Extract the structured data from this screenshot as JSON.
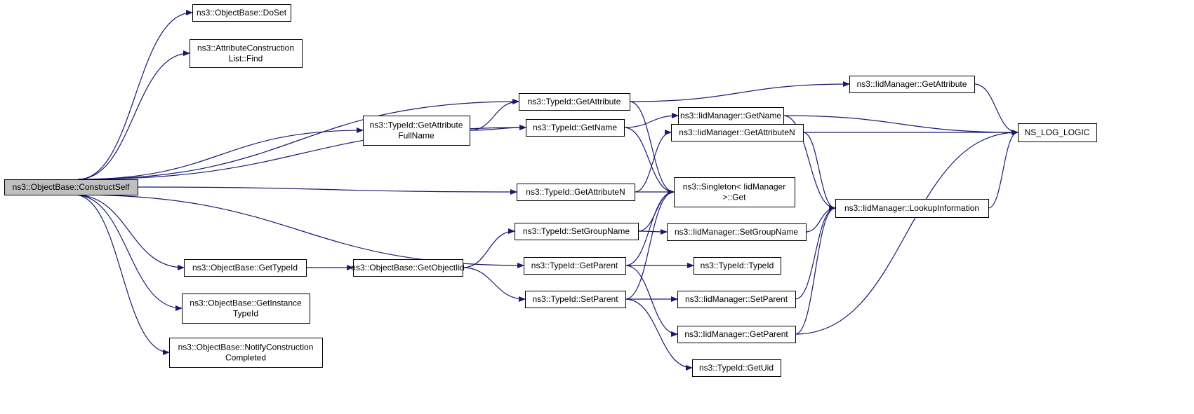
{
  "graph": {
    "edge_color": "#191970",
    "root_fill": "#bfbfbf",
    "nodes": [
      {
        "id": "construct_self",
        "lines": [
          "ns3::ObjectBase::ConstructSelf"
        ],
        "root": true
      },
      {
        "id": "doset",
        "lines": [
          "ns3::ObjectBase::DoSet"
        ]
      },
      {
        "id": "find",
        "lines": [
          "ns3::AttributeConstruction",
          "List::Find"
        ]
      },
      {
        "id": "getattrfull",
        "lines": [
          "ns3::TypeId::GetAttribute",
          "FullName"
        ]
      },
      {
        "id": "getattribute",
        "lines": [
          "ns3::TypeId::GetAttribute"
        ]
      },
      {
        "id": "getname",
        "lines": [
          "ns3::TypeId::GetName"
        ]
      },
      {
        "id": "getattrn",
        "lines": [
          "ns3::TypeId::GetAttributeN"
        ]
      },
      {
        "id": "setgroupname",
        "lines": [
          "ns3::TypeId::SetGroupName"
        ]
      },
      {
        "id": "getparent",
        "lines": [
          "ns3::TypeId::GetParent"
        ]
      },
      {
        "id": "setparent",
        "lines": [
          "ns3::TypeId::SetParent"
        ]
      },
      {
        "id": "gettypeid",
        "lines": [
          "ns3::ObjectBase::GetTypeId"
        ]
      },
      {
        "id": "getobjectiid",
        "lines": [
          "ns3::ObjectBase::GetObjectIid"
        ]
      },
      {
        "id": "getinstance",
        "lines": [
          "ns3::ObjectBase::GetInstance",
          "TypeId"
        ]
      },
      {
        "id": "notify",
        "lines": [
          "ns3::ObjectBase::NotifyConstruction",
          "Completed"
        ]
      },
      {
        "id": "iid_getattribute",
        "lines": [
          "ns3::IidManager::GetAttribute"
        ]
      },
      {
        "id": "iid_getname",
        "lines": [
          "ns3::IidManager::GetName"
        ]
      },
      {
        "id": "iid_getattrn",
        "lines": [
          "ns3::IidManager::GetAttributeN"
        ]
      },
      {
        "id": "singleton",
        "lines": [
          "ns3::Singleton< IidManager",
          ">::Get"
        ]
      },
      {
        "id": "iid_setgroupname",
        "lines": [
          "ns3::IidManager::SetGroupName"
        ]
      },
      {
        "id": "typeid_ctor",
        "lines": [
          "ns3::TypeId::TypeId"
        ]
      },
      {
        "id": "iid_setparent",
        "lines": [
          "ns3::IidManager::SetParent"
        ]
      },
      {
        "id": "iid_getparent",
        "lines": [
          "ns3::IidManager::GetParent"
        ]
      },
      {
        "id": "getuid",
        "lines": [
          "ns3::TypeId::GetUid"
        ]
      },
      {
        "id": "lookup",
        "lines": [
          "ns3::IidManager::LookupInformation"
        ]
      },
      {
        "id": "ns_log",
        "lines": [
          "NS_LOG_LOGIC"
        ]
      }
    ],
    "edges": [
      [
        "construct_self",
        "doset"
      ],
      [
        "construct_self",
        "find"
      ],
      [
        "construct_self",
        "getattribute"
      ],
      [
        "construct_self",
        "getattrfull"
      ],
      [
        "construct_self",
        "getname"
      ],
      [
        "construct_self",
        "getattrn"
      ],
      [
        "construct_self",
        "getparent"
      ],
      [
        "construct_self",
        "gettypeid"
      ],
      [
        "construct_self",
        "getinstance"
      ],
      [
        "construct_self",
        "notify"
      ],
      [
        "getattrfull",
        "getattribute"
      ],
      [
        "getattrfull",
        "getname"
      ],
      [
        "getattribute",
        "iid_getattribute"
      ],
      [
        "getattribute",
        "singleton"
      ],
      [
        "getname",
        "iid_getname"
      ],
      [
        "getname",
        "singleton"
      ],
      [
        "getattrn",
        "iid_getattrn"
      ],
      [
        "getattrn",
        "singleton"
      ],
      [
        "gettypeid",
        "getobjectiid"
      ],
      [
        "getobjectiid",
        "setgroupname"
      ],
      [
        "getobjectiid",
        "setparent"
      ],
      [
        "setgroupname",
        "singleton"
      ],
      [
        "setgroupname",
        "iid_setgroupname"
      ],
      [
        "getparent",
        "singleton"
      ],
      [
        "getparent",
        "typeid_ctor"
      ],
      [
        "getparent",
        "iid_getparent"
      ],
      [
        "setparent",
        "singleton"
      ],
      [
        "setparent",
        "iid_setparent"
      ],
      [
        "setparent",
        "getuid"
      ],
      [
        "iid_getattribute",
        "ns_log"
      ],
      [
        "iid_getname",
        "ns_log"
      ],
      [
        "iid_getname",
        "lookup"
      ],
      [
        "iid_getattrn",
        "ns_log"
      ],
      [
        "iid_getattrn",
        "lookup"
      ],
      [
        "iid_setgroupname",
        "lookup"
      ],
      [
        "iid_setparent",
        "lookup"
      ],
      [
        "iid_getparent",
        "lookup"
      ],
      [
        "iid_getparent",
        "ns_log"
      ],
      [
        "lookup",
        "ns_log"
      ]
    ]
  }
}
